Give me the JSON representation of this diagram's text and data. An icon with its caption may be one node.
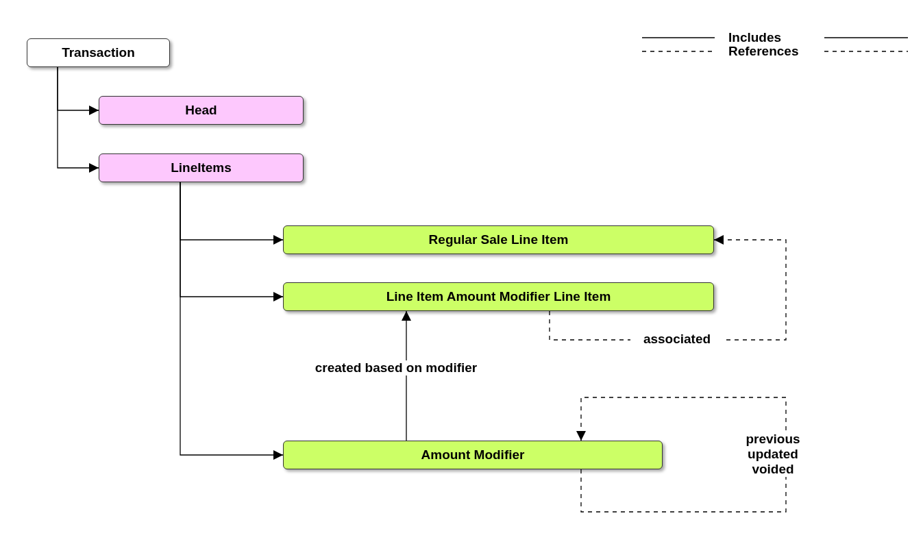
{
  "diagram": {
    "nodes": [
      {
        "text": [
          "Transaction"
        ]
      },
      {
        "text": [
          "Head"
        ]
      },
      {
        "text": [
          "LineItems"
        ]
      },
      {
        "text": [
          "Regular Sale Line Item"
        ]
      },
      {
        "text": [
          "Line Item Amount Modifier Line Item"
        ]
      },
      {
        "text": [
          "Amount Modifier"
        ]
      }
    ],
    "edges": [
      {
        "from": 0,
        "to": 1,
        "arrow": "to"
      },
      {
        "from": 0,
        "to": 2,
        "arrow": "to"
      },
      {
        "from": 2,
        "to": 3,
        "arrow": "to"
      },
      {
        "from": 2,
        "to": 4,
        "arrow": "to"
      },
      {
        "from": 2,
        "to": 5,
        "arrow": "to"
      },
      {
        "from": 5,
        "to": 4,
        "arrow": "to",
        "label": "created based on modifier"
      },
      {
        "from": 4,
        "to": 3,
        "arrow": "to",
        "label": "associated",
        "style": "dashed"
      },
      {
        "from": 5,
        "to": 5,
        "arrow": "to",
        "label": "previous updated voided",
        "style": "dashed"
      }
    ],
    "legend": [
      {
        "text": "Includes"
      },
      {
        "text": "References"
      }
    ]
  }
}
